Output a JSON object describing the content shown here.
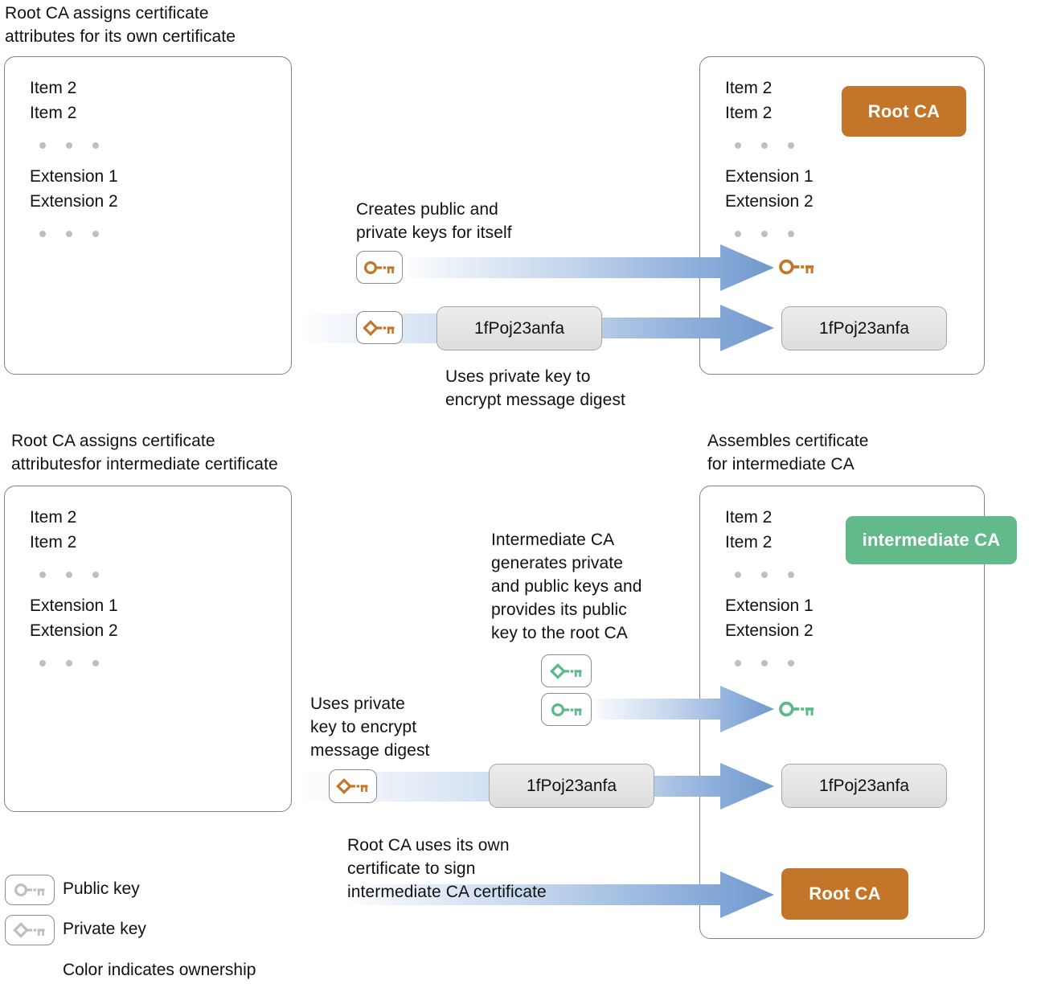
{
  "diagram": {
    "title": "Root CA and intermediate CA certificate signing flow",
    "colors": {
      "root_ca_orange": "#c3762a",
      "intermediate_green": "#62b98a",
      "arrow_blue": "#7fa3d4",
      "key_orange": "#c3762a",
      "key_green": "#5cb887",
      "key_gray": "#bfbfbf",
      "panel_border": "#808080",
      "digest_gray": "#e6e6e6"
    }
  },
  "section1": {
    "caption": "Root CA assigns certificate\nattributes for its own certificate",
    "left_panel": {
      "lines": [
        "Item 2",
        "Item 2",
        "Extension 1",
        "Extension 2"
      ]
    },
    "right_panel": {
      "lines": [
        "Item 2",
        "Item 2",
        "Extension 1",
        "Extension 2"
      ],
      "badge": "Root CA"
    },
    "middle": {
      "keys_caption": "Creates public and\nprivate keys for itself",
      "digest_caption": "Uses private key to\nencrypt message digest",
      "public_key_icon": "public-key-icon",
      "private_key_icon": "private-key-icon",
      "digest_value": "1fPoj23anfa"
    },
    "result": {
      "public_key_icon": "public-key-icon",
      "digest_value": "1fPoj23anfa"
    }
  },
  "section2": {
    "caption_left": "Root CA assigns certificate\nattributesfor intermediate certificate",
    "caption_right": "Assembles certificate\nfor intermediate CA",
    "left_panel": {
      "lines": [
        "Item 2",
        "Item 2",
        "Extension 1",
        "Extension 2"
      ]
    },
    "right_panel": {
      "lines": [
        "Item 2",
        "Item 2",
        "Extension 1",
        "Extension 2"
      ],
      "badge": "intermediate CA"
    },
    "middle": {
      "inter_keys_caption": "Intermediate CA\ngenerates private\nand public keys and\nprovides its public\nkey to the root CA",
      "digest_caption": "Uses private\nkey to encrypt\nmessage digest",
      "sign_caption": "Root CA uses its own\ncertificate to sign\nintermediate CA certificate",
      "digest_value": "1fPoj23anfa"
    },
    "result": {
      "public_key_icon": "public-key-icon",
      "digest_value": "1fPoj23anfa",
      "badge": "Root CA"
    }
  },
  "legend": {
    "items": [
      {
        "icon": "public-key-icon",
        "label": "Public key"
      },
      {
        "icon": "private-key-icon",
        "label": "Private key"
      }
    ],
    "note": "Color indicates ownership"
  }
}
